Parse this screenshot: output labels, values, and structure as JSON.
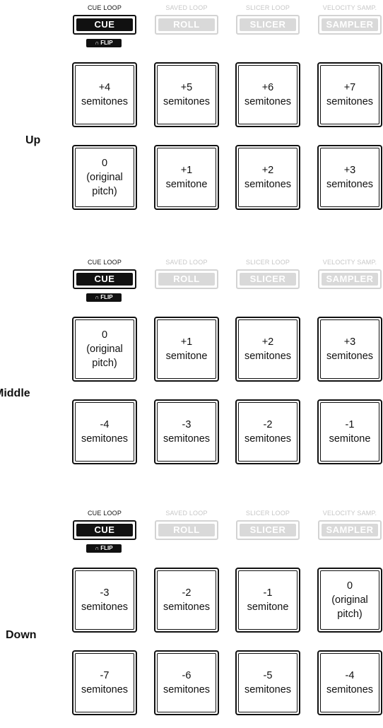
{
  "modes": [
    {
      "caption": "CUE LOOP",
      "label": "CUE",
      "active": true
    },
    {
      "caption": "SAVED LOOP",
      "label": "ROLL",
      "active": false
    },
    {
      "caption": "SLICER LOOP",
      "label": "SLICER",
      "active": false
    },
    {
      "caption": "VELOCITY SAMP.",
      "label": "SAMPLER",
      "active": false
    }
  ],
  "flip_label": "FLIP",
  "sections": [
    {
      "label": "Up",
      "rows": [
        [
          [
            "+4",
            "semitones"
          ],
          [
            "+5",
            "semitones"
          ],
          [
            "+6",
            "semitones"
          ],
          [
            "+7",
            "semitones"
          ]
        ],
        [
          [
            "0",
            "(original",
            "pitch)"
          ],
          [
            "+1",
            "semitone"
          ],
          [
            "+2",
            "semitones"
          ],
          [
            "+3",
            "semitones"
          ]
        ]
      ]
    },
    {
      "label": "Middle",
      "rows": [
        [
          [
            "0",
            "(original",
            "pitch)"
          ],
          [
            "+1",
            "semitone"
          ],
          [
            "+2",
            "semitones"
          ],
          [
            "+3",
            "semitones"
          ]
        ],
        [
          [
            "-4",
            "semitones"
          ],
          [
            "-3",
            "semitones"
          ],
          [
            "-2",
            "semitones"
          ],
          [
            "-1",
            "semitone"
          ]
        ]
      ]
    },
    {
      "label": "Down",
      "rows": [
        [
          [
            "-3",
            "semitones"
          ],
          [
            "-2",
            "semitones"
          ],
          [
            "-1",
            "semitone"
          ],
          [
            "0",
            "(original",
            "pitch)"
          ]
        ],
        [
          [
            "-7",
            "semitones"
          ],
          [
            "-6",
            "semitones"
          ],
          [
            "-5",
            "semitones"
          ],
          [
            "-4",
            "semitones"
          ]
        ]
      ]
    }
  ]
}
